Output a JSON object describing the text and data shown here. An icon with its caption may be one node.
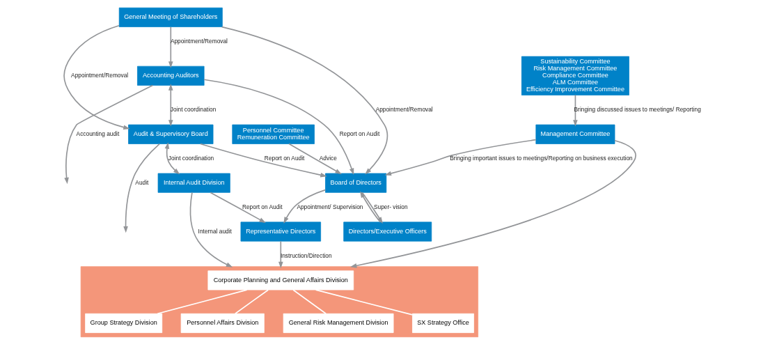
{
  "diagram": {
    "nodes": [
      {
        "text": [
          "General Meeting of Shareholders"
        ]
      },
      {
        "text": [
          "Accounting Auditors"
        ]
      },
      {
        "text": [
          "Board of Directors"
        ]
      },
      {
        "text": [
          "Audit & Supervisory Board"
        ]
      },
      {
        "text": [
          "Personnel Committee",
          "Remuneration Committee"
        ]
      },
      {
        "text": [
          "Sustainability Committee",
          "Risk Management Committee",
          "Compliance Committee",
          "ALM Committee",
          "Efficiency Improvement Committee"
        ]
      },
      {
        "text": [
          "Management Committee"
        ]
      },
      {
        "text": [
          "Representative Directors"
        ]
      },
      {
        "text": [
          "Directors/Executive Officers"
        ]
      },
      {
        "text": [
          "Internal Audit Division"
        ]
      },
      {
        "text": [],
        "shape": "box"
      },
      {
        "text": [
          "Corporate Planning and General Affairs Division"
        ],
        "in": 10
      },
      {
        "text": [
          "Group Strategy Division"
        ],
        "in": 10
      },
      {
        "text": [
          "Personnel Affairs Division"
        ],
        "in": 10
      },
      {
        "text": [
          "General Risk Management Division"
        ],
        "in": 10
      },
      {
        "text": [
          "SX Strategy Office"
        ],
        "in": 10
      }
    ],
    "edges": [
      {
        "from": 0,
        "to": 1,
        "arrow": "to",
        "label": "Appointment/Removal"
      },
      {
        "from": 0,
        "to": 3,
        "arrow": "to",
        "label": "Appointment/Removal"
      },
      {
        "from": 0,
        "to": 2,
        "arrow": "to",
        "label": "Appointment/Removal"
      },
      {
        "from": 1,
        "to": 3,
        "arrow": "both",
        "label": "Joint coordination"
      },
      {
        "from": 1,
        "to": 2,
        "arrow": "to",
        "label": "Report on Audit"
      },
      {
        "from": 6,
        "to": 2,
        "arrow": "to",
        "label": "Bringing important issues to meetings/Reporting on business execution"
      },
      {
        "from": 3,
        "to": 2,
        "arrow": "to",
        "label": "Report on Audit"
      },
      {
        "from": 4,
        "to": 2,
        "arrow": "to",
        "label": "Advice"
      },
      {
        "from": 2,
        "to": 7,
        "arrow": "to",
        "label": "Appointment/ Supervision"
      },
      {
        "from": 2,
        "to": 8,
        "arrow": "to",
        "label": "Super- vision"
      },
      {
        "from": 8,
        "to": 2,
        "arrow": "to"
      },
      {
        "from": 3,
        "to": 9,
        "arrow": "both",
        "label": "Joint coordination"
      },
      {
        "from": 3,
        "to": null,
        "arrow": "to",
        "label": "Audit"
      },
      {
        "from": 1,
        "to": null,
        "arrow": "to",
        "label": "Accounting audit"
      },
      {
        "from": 9,
        "to": 7,
        "arrow": "to",
        "label": "Report on Audit"
      },
      {
        "from": 5,
        "to": 6,
        "arrow": "to",
        "label": "Bringing discussed issues to meetings/ Reporting"
      },
      {
        "from": 7,
        "to": 10,
        "arrow": "to",
        "label": "Instruction/Direction"
      },
      {
        "from": 6,
        "to": 10,
        "arrow": "to"
      },
      {
        "from": 9,
        "to": 10,
        "arrow": "to",
        "label": "Internal audit"
      },
      {
        "from": 11,
        "to": 12,
        "arrow": "none",
        "color": "#ffffff"
      },
      {
        "from": 11,
        "to": 13,
        "arrow": "none",
        "color": "#ffffff"
      },
      {
        "from": 11,
        "to": 14,
        "arrow": "none",
        "color": "#ffffff"
      },
      {
        "from": 11,
        "to": 15,
        "arrow": "none",
        "color": "#ffffff"
      }
    ]
  }
}
